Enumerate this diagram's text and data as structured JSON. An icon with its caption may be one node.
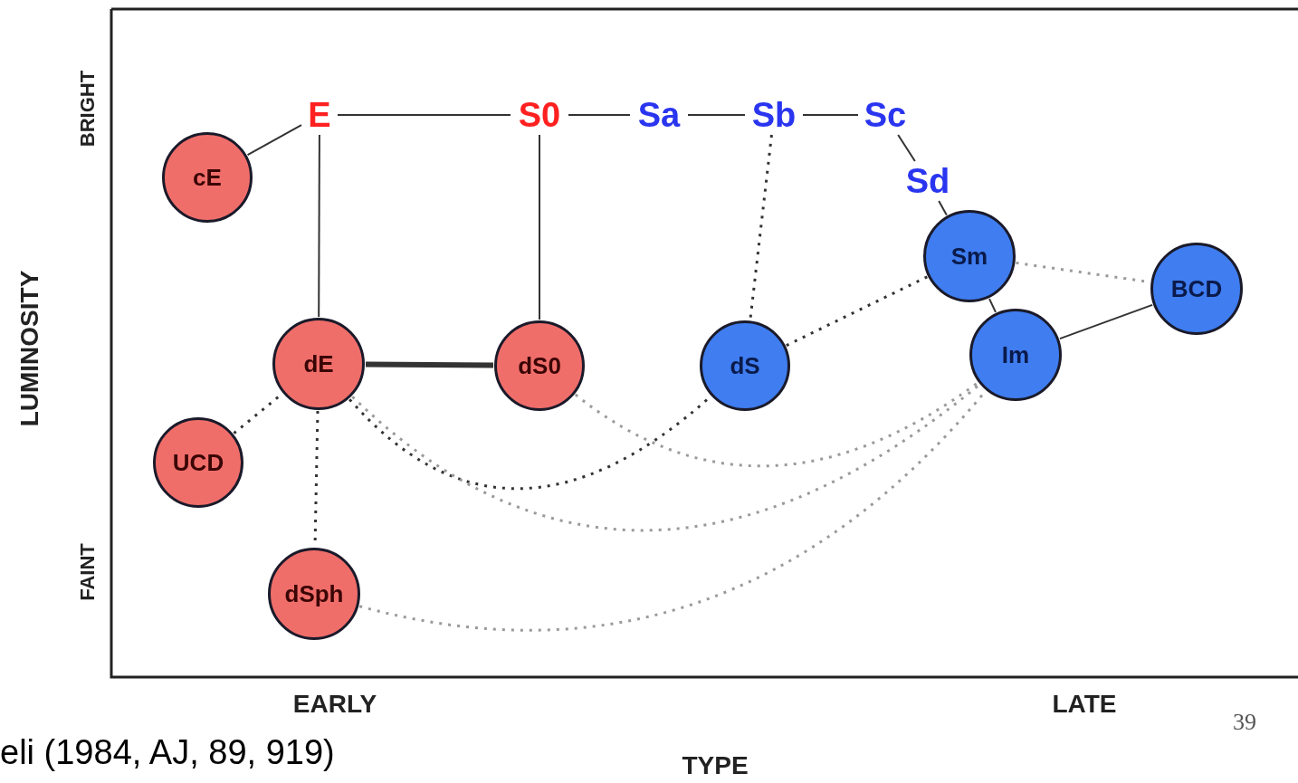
{
  "diagram": {
    "caption": "eli (1984, AJ, 89, 919)",
    "nodes": [
      {
        "text": [
          "E"
        ]
      },
      {
        "text": [
          "S0"
        ]
      },
      {
        "text": [
          "Sa"
        ]
      },
      {
        "text": [
          "Sb"
        ]
      },
      {
        "text": [
          "Sc"
        ]
      },
      {
        "text": [
          "cE"
        ]
      },
      {
        "text": [
          "Sd"
        ]
      },
      {
        "text": [
          "Sm"
        ]
      },
      {
        "text": [
          "BCD"
        ]
      },
      {
        "text": [
          "dE"
        ]
      },
      {
        "text": [
          "dS0"
        ]
      },
      {
        "text": [
          "dS"
        ]
      },
      {
        "text": [
          "Im"
        ]
      },
      {
        "text": [
          "UCD"
        ]
      },
      {
        "text": [
          "dSph"
        ]
      }
    ],
    "edges": [
      {
        "from": 5,
        "to": 0,
        "arrow": "none"
      },
      {
        "from": 0,
        "to": 1,
        "arrow": "none"
      },
      {
        "from": 1,
        "to": 2,
        "arrow": "none"
      },
      {
        "from": 2,
        "to": 3,
        "arrow": "none"
      },
      {
        "from": 3,
        "to": 4,
        "arrow": "none"
      },
      {
        "from": 4,
        "to": 6,
        "arrow": "none"
      },
      {
        "from": 6,
        "to": 7,
        "arrow": "none"
      },
      {
        "from": 0,
        "to": 9,
        "arrow": "none"
      },
      {
        "from": 1,
        "to": 10,
        "arrow": "none"
      },
      {
        "from": 3,
        "to": 11,
        "arrow": "none",
        "style": "dashed"
      },
      {
        "from": 9,
        "to": 10,
        "arrow": "none",
        "style": "thick"
      },
      {
        "from": 11,
        "to": 7,
        "arrow": "none",
        "style": "dashed"
      },
      {
        "from": 7,
        "to": 12,
        "arrow": "none"
      },
      {
        "from": 7,
        "to": 8,
        "arrow": "none",
        "style": "dashed",
        "color": "#9a9a9a"
      },
      {
        "from": 12,
        "to": 8,
        "arrow": "none"
      },
      {
        "from": 13,
        "to": 9,
        "arrow": "none",
        "style": "dashed"
      },
      {
        "from": 9,
        "to": 14,
        "arrow": "none",
        "style": "dashed"
      },
      {
        "from": 9,
        "to": 11,
        "arrow": "none",
        "style": "dashed"
      },
      {
        "from": 10,
        "to": 12,
        "arrow": "none",
        "style": "dashed",
        "color": "#9a9a9a"
      },
      {
        "from": 9,
        "to": 12,
        "arrow": "none",
        "style": "dashed",
        "color": "#9a9a9a"
      },
      {
        "from": 14,
        "to": 12,
        "arrow": "none",
        "style": "dashed",
        "color": "#9a9a9a"
      }
    ],
    "labels": [
      "BRIGHT",
      "LUMINOSITY",
      "FAINT",
      "EARLY",
      "LATE",
      "39",
      "TYPE"
    ]
  }
}
